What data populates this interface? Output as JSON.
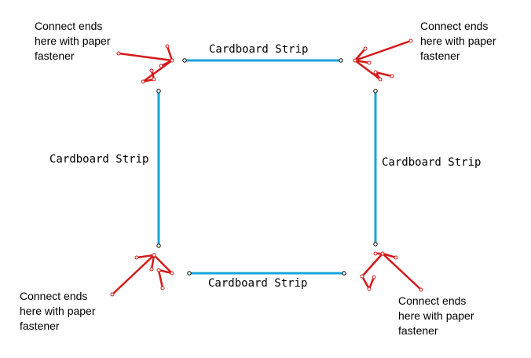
{
  "colors": {
    "strip": "#1aa3dc",
    "arrow": "#d41a1a",
    "endpoint": "#000000",
    "background": "#ffffff",
    "text": "#000000"
  },
  "strips": {
    "top": "Cardboard Strip",
    "left": "Cardboard Strip",
    "right": "Cardboard Strip",
    "bottom": "Cardboard Strip"
  },
  "notes": {
    "top_left": [
      "Connect ends",
      "here with paper",
      "fastener"
    ],
    "top_right": [
      "Connect ends",
      "here with paper",
      "fastener"
    ],
    "bottom_left": [
      "Connect ends",
      "here with paper",
      "fastener"
    ],
    "bottom_right": [
      "Connect ends",
      "here with paper",
      "fastener"
    ]
  }
}
